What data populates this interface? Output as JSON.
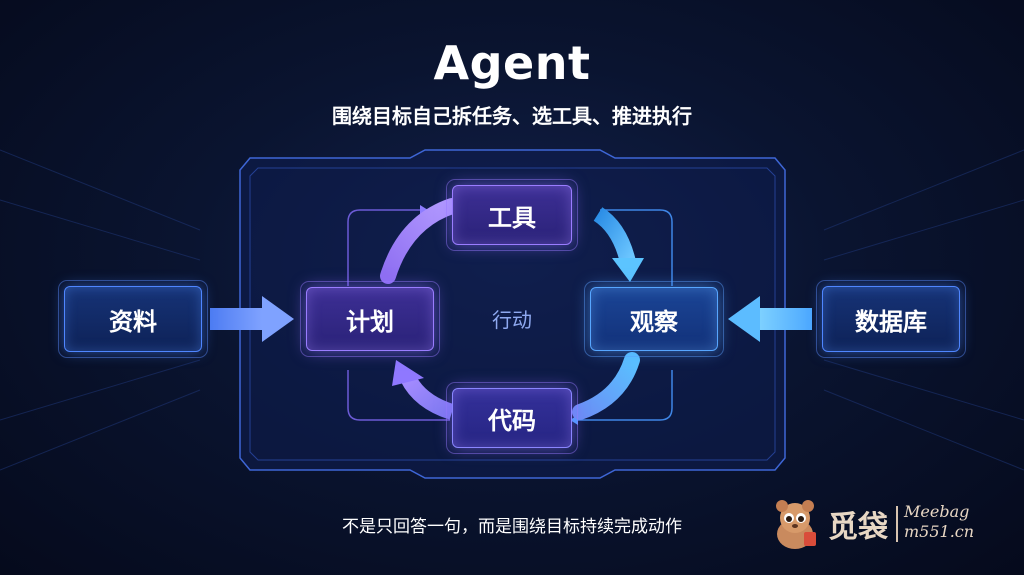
{
  "title": "Agent",
  "subtitle": "围绕目标自己拆任务、选工具、推进执行",
  "caption": "不是只回答一句，而是围绕目标持续完成动作",
  "nodes": {
    "left_input": "资料",
    "right_input": "数据库",
    "plan": "计划",
    "tool": "工具",
    "observe": "观察",
    "code": "代码"
  },
  "center_label": "行动",
  "logo": {
    "cn": "觅袋",
    "en_line1": "Meebag",
    "en_line2": "m551.cn"
  },
  "colors": {
    "background": "#0a1430",
    "purple_accent": "#9a7dff",
    "blue_accent": "#57a6ff",
    "side_accent": "#4f86ff"
  }
}
